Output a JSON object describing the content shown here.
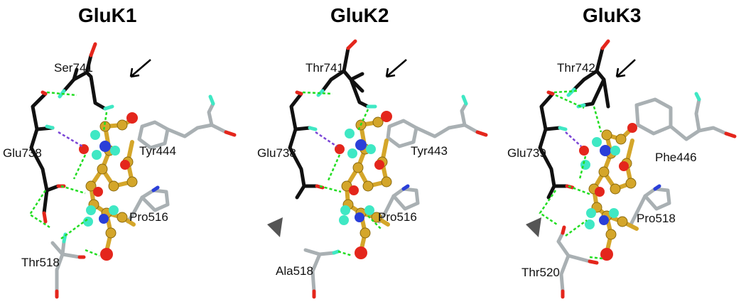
{
  "panels": [
    {
      "title": "GluK1",
      "residues": {
        "ser_thr": "Ser741",
        "glu": "Glu738",
        "tyr_phe": "Tyr444",
        "pro": "Pro516",
        "bottom": "Thr518"
      },
      "arrowhead": false
    },
    {
      "title": "GluK2",
      "residues": {
        "ser_thr": "Thr741",
        "glu": "Glu738",
        "tyr_phe": "Tyr443",
        "pro": "Pro516",
        "bottom": "Ala518"
      },
      "arrowhead": true
    },
    {
      "title": "GluK3",
      "residues": {
        "ser_thr": "Thr742",
        "glu": "Glu739",
        "tyr_phe": "Phe446",
        "pro": "Pro518",
        "bottom": "Thr520"
      },
      "arrowhead": true
    }
  ],
  "colors": {
    "ligand": "#d4a62a",
    "backbone_dark": "#111111",
    "sidechain_grey": "#a9b0b3",
    "oxygen": "#e4261c",
    "nitrogen": "#2a3fd8",
    "hydrogen": "#3fe8c4",
    "hbond": "#22dd22",
    "salt_bridge": "#7a45d6"
  }
}
